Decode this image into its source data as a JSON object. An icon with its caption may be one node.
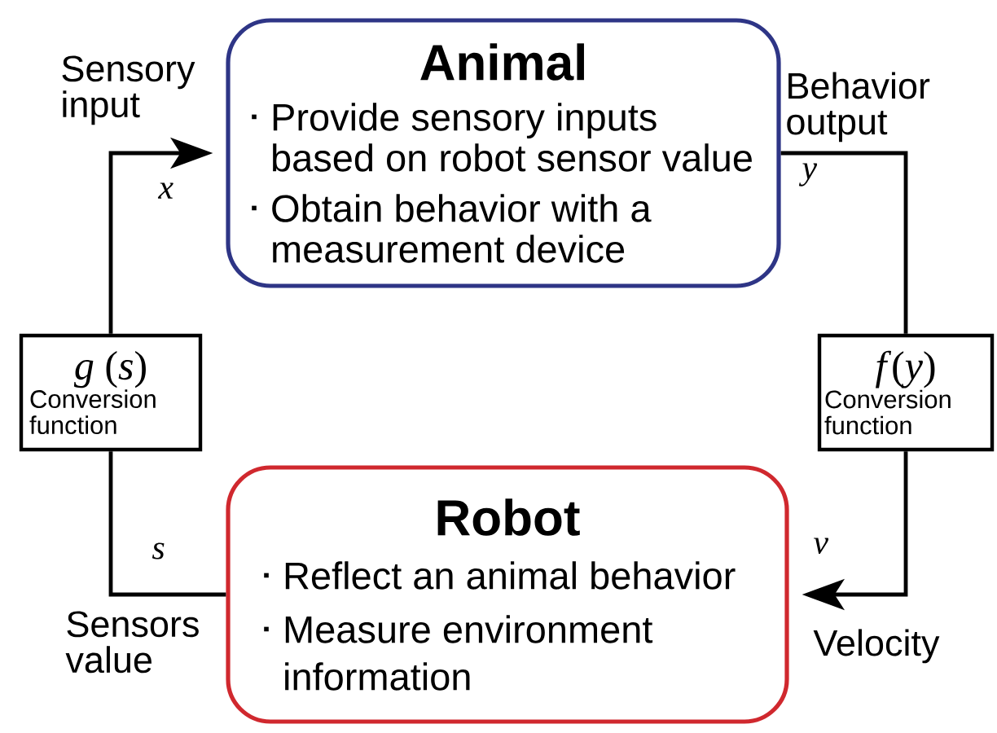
{
  "diagram": {
    "nodes": [
      {
        "text": [
          "Animal",
          "Provide sensory inputs based on robot sensor value",
          "Obtain behavior with a measurement device"
        ]
      },
      {
        "text": [
          "*g* (*s*)",
          "Conversion function"
        ]
      },
      {
        "text": [
          "*f*(*y*)",
          "Conversion function"
        ]
      },
      {
        "text": [
          "Robot",
          "Reflect an animal behavior",
          "Measure environment information"
        ]
      }
    ],
    "edges": [
      {
        "from": 3,
        "to": 1,
        "arrow": "none"
      },
      {
        "from": 1,
        "to": 0,
        "arrow": "to"
      },
      {
        "from": 0,
        "to": 2,
        "arrow": "none"
      },
      {
        "from": 2,
        "to": 3,
        "arrow": "to"
      }
    ],
    "labels": [
      "Sensory input",
      "x",
      "Behavior output",
      "y",
      "s",
      "Sensors value",
      "v",
      "Velocity"
    ]
  }
}
